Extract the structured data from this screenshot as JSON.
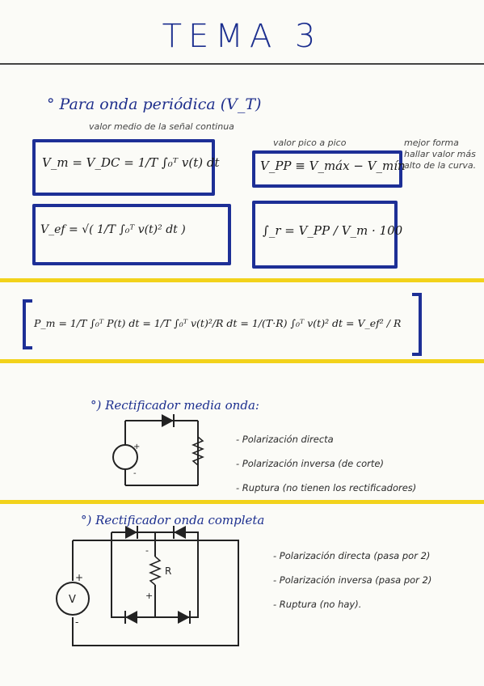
{
  "title": "TEMA 3",
  "intro": "° Para onda periódica (V_T)",
  "notes": {
    "valor_pico": "valor pico a pico",
    "mejor_forma": "mejor forma hallar valor más alto de la curva.",
    "valor_medio": "valor medio de la señal continua"
  },
  "formulas": {
    "vm": "V_m = V_DC = 1/T ∫₀ᵀ v(t) dt",
    "vpp": "V_PP ≡ V_máx − V_mín",
    "vef": "V_ef = √( 1/T ∫₀ᵀ v(t)² dt )",
    "fr": "∫_r = V_PP / V_m · 100",
    "pm": "P_m = 1/T ∫₀ᵀ P(t) dt = 1/T ∫₀ᵀ v(t)²/R dt = 1/(T·R) ∫₀ᵀ v(t)² dt = V_ef² / R"
  },
  "half_wave": {
    "heading": "°) Rectificador media onda:",
    "items": [
      "- Polarización directa",
      "- Polarización inversa (de corte)",
      "- Ruptura (no tienen los rectificadores)"
    ]
  },
  "full_wave": {
    "heading": "°) Rectificador onda completa",
    "items": [
      "- Polarización directa (pasa por 2)",
      "- Polarización inversa (pasa por 2)",
      "- Ruptura (no hay)."
    ],
    "labels": {
      "source": "V",
      "resistor": "R",
      "plus": "+",
      "minus": "-"
    }
  }
}
